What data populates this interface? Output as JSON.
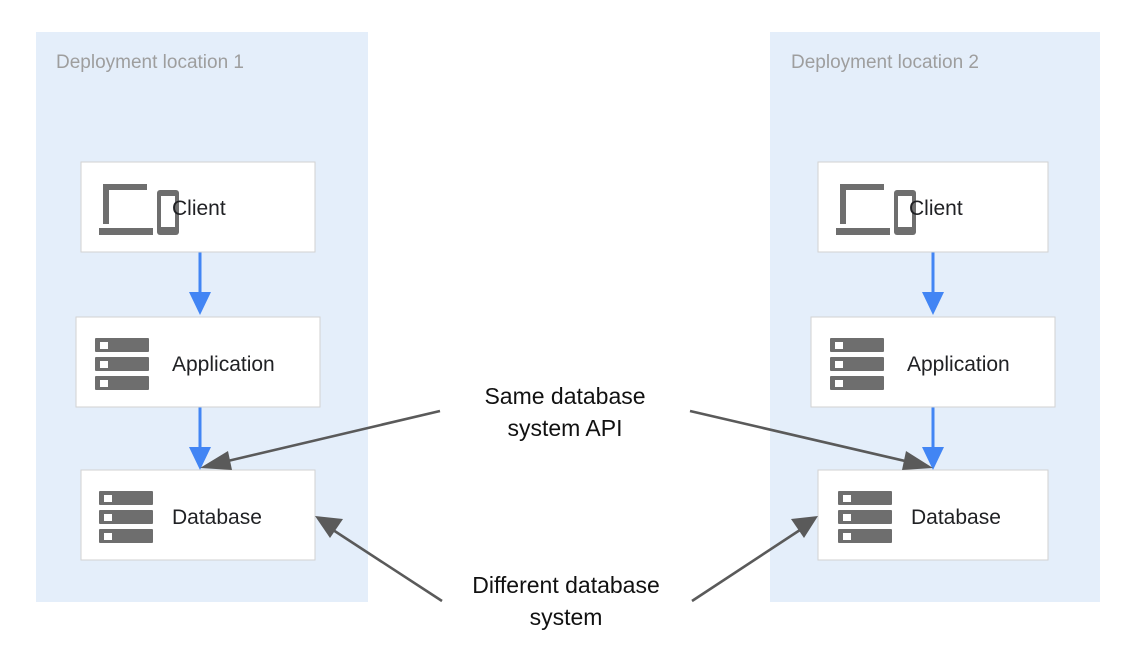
{
  "diagram": {
    "background_color": "#ffffff",
    "panel_color": "#e4eefa",
    "flow_arrow_color": "#4285f4",
    "callout_arrow_color": "#5a5a5a",
    "node_border_color": "#d2d2d2",
    "icon_color": "#6e6e6e",
    "panel_label_color": "#9e9e9e"
  },
  "panels": [
    {
      "id": "deployment-location-1",
      "label": "Deployment location 1",
      "nodes": [
        {
          "id": "client-1",
          "label": "Client",
          "icon": "devices-icon"
        },
        {
          "id": "application-1",
          "label": "Application",
          "icon": "server-rack-icon"
        },
        {
          "id": "database-1",
          "label": "Database",
          "icon": "server-rack-icon"
        }
      ]
    },
    {
      "id": "deployment-location-2",
      "label": "Deployment location 2",
      "nodes": [
        {
          "id": "client-2",
          "label": "Client",
          "icon": "devices-icon"
        },
        {
          "id": "application-2",
          "label": "Application",
          "icon": "server-rack-icon"
        },
        {
          "id": "database-2",
          "label": "Database",
          "icon": "server-rack-icon"
        }
      ]
    }
  ],
  "callouts": [
    {
      "id": "same-database-system-api",
      "line1": "Same database",
      "line2": "system API",
      "targets": [
        "database-1",
        "database-2"
      ]
    },
    {
      "id": "different-database-system",
      "line1": "Different database",
      "line2": "system",
      "targets": [
        "database-1",
        "database-2"
      ]
    }
  ]
}
